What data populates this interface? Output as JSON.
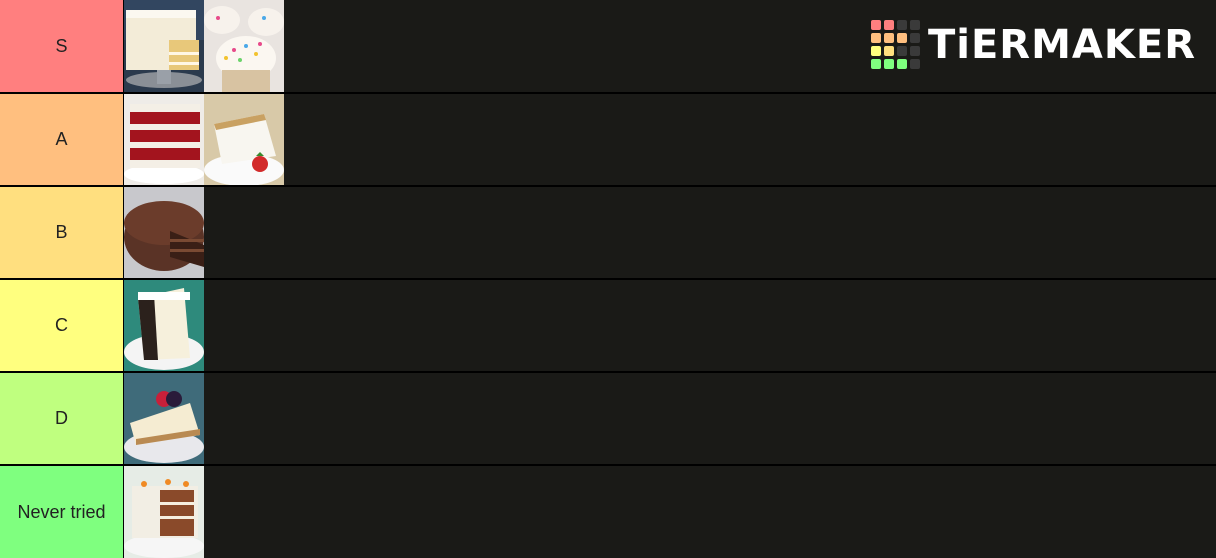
{
  "logo": {
    "text": "TiERMAKER",
    "grid_colors": [
      "#ff7f7f",
      "#ff7f7f",
      "#3a3a3a",
      "#3a3a3a",
      "#ffbf7f",
      "#ffbf7f",
      "#ffbf7f",
      "#3a3a3a",
      "#ffff7f",
      "#ffdf7f",
      "#3a3a3a",
      "#3a3a3a",
      "#7fff7f",
      "#7fff7f",
      "#7fff7f",
      "#3a3a3a"
    ]
  },
  "tiers": [
    {
      "label": "S",
      "color": "#ff7f7f",
      "items": [
        {
          "name": "coconut-layer-cake-image"
        },
        {
          "name": "sprinkle-cupcakes-image"
        }
      ]
    },
    {
      "label": "A",
      "color": "#ffbf7f",
      "items": [
        {
          "name": "red-velvet-cake-image"
        },
        {
          "name": "angel-food-cake-image"
        }
      ]
    },
    {
      "label": "B",
      "color": "#ffdf7f",
      "items": [
        {
          "name": "chocolate-cake-image"
        }
      ]
    },
    {
      "label": "C",
      "color": "#ffff7f",
      "items": [
        {
          "name": "ice-cream-cake-image"
        }
      ]
    },
    {
      "label": "D",
      "color": "#bfff7f",
      "items": [
        {
          "name": "cheesecake-image"
        }
      ]
    },
    {
      "label": "Never tried",
      "color": "#7fff7f",
      "items": [
        {
          "name": "carrot-cake-image"
        }
      ]
    }
  ]
}
